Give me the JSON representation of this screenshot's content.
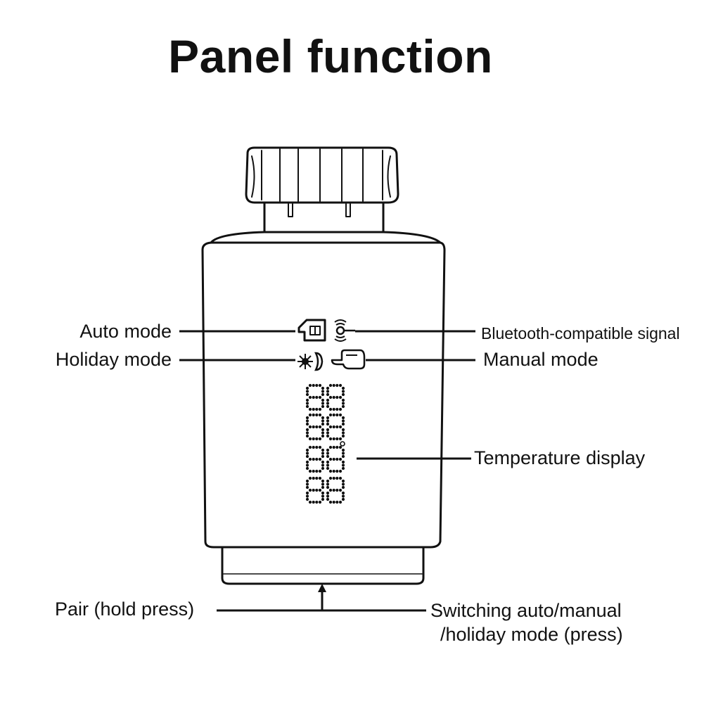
{
  "title": "Panel function",
  "labels": {
    "auto_mode": "Auto mode",
    "holiday_mode": "Holiday mode",
    "bluetooth_signal": "Bluetooth-compatible signal",
    "manual_mode": "Manual mode",
    "temperature_display": "Temperature display",
    "pair": "Pair (hold press)",
    "switching_line1": "Switching auto/manual",
    "switching_line2": "/holiday mode (press)"
  },
  "colors": {
    "ink": "#111111",
    "background": "#ffffff"
  },
  "icons": [
    "auto-mode-house-icon",
    "bluetooth-signal-icon",
    "holiday-mode-sun-icon",
    "manual-mode-hand-icon",
    "seven-segment-digit-icon",
    "degree-dot-icon",
    "press-arrow-icon"
  ]
}
